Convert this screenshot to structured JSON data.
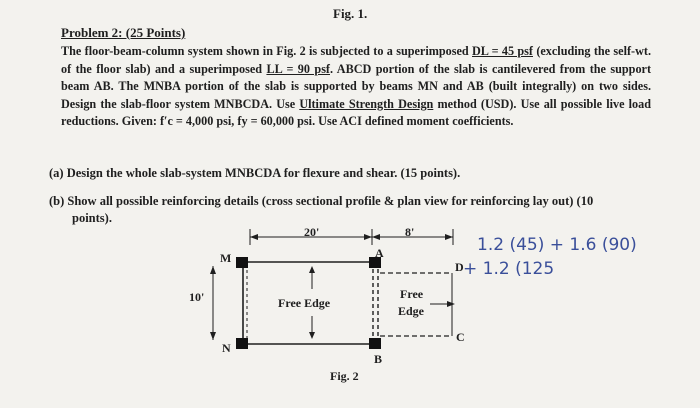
{
  "header": {
    "fig_label": "Fig. 1."
  },
  "problem": {
    "title": "Problem 2: (25 Points)",
    "s1": "The floor-beam-column system shown in Fig. 2 is subjected to a superimposed ",
    "dl": "DL = 45 psf",
    "s2": " (excluding the self-wt. of the floor slab) and a superimposed ",
    "ll": "LL = 90 psf",
    "s3": ". ABCD portion of the slab is cantilevered from the support beam AB. The MNBA portion of the slab is supported by beams MN and AB (built integrally) on two sides. Design the slab-floor system MNBCDA. Use ",
    "method": "Ultimate Strength Design",
    "s4": " method (USD). Use all possible live load reductions. Given: ",
    "fc": "f′c = 4,000 psi, fy = 60,000 psi",
    "s5": ". Use ACI defined moment coefficients."
  },
  "questions": {
    "a": "(a) Design the whole slab-system MNBCDA for flexure and shear. (15 points).",
    "b1": "(b) Show all possible reinforcing details (cross sectional profile & plan view for reinforcing lay out) (10",
    "b2": "points)."
  },
  "figure": {
    "dim_left": "20'",
    "dim_right": "8'",
    "dim_height": "10'",
    "label_M": "M",
    "label_N": "N",
    "label_A": "A",
    "label_B": "B",
    "label_C": "C",
    "label_D": "D",
    "free_edge_left": "Free Edge",
    "free_edge_right_1": "Free",
    "free_edge_right_2": "Edge",
    "caption": "Fig. 2"
  },
  "handwriting": {
    "line1": "1.2 (45) + 1.6 (90)",
    "line2": "+ 1.2 (125"
  },
  "colors": {
    "ink": "#1f1f1f",
    "pen": "#3a4f9a",
    "paper": "#f3f2ee"
  }
}
